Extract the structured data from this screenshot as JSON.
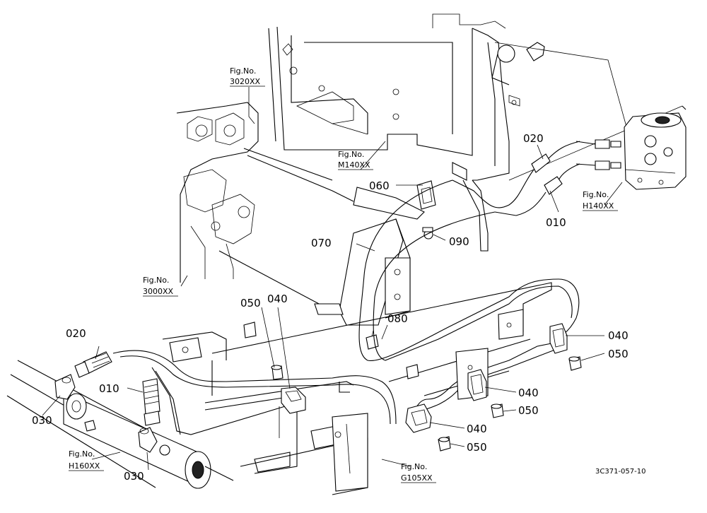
{
  "fig_refs": {
    "f3020": {
      "line1": "Fig.No.",
      "line2": "3020XX"
    },
    "fm140": {
      "line1": "Fig.No.",
      "line2": "M140XX"
    },
    "fh140": {
      "line1": "Fig.No.",
      "line2": "H140XX"
    },
    "f3000": {
      "line1": "Fig.No.",
      "line2": "3000XX"
    },
    "fh160": {
      "line1": "Fig.No.",
      "line2": "H160XX"
    },
    "fg105": {
      "line1": "Fig.No.",
      "line2": "G105XX"
    }
  },
  "part_labels": {
    "p020_top": "020",
    "p010_top": "010",
    "p060": "060",
    "p070": "070",
    "p090": "090",
    "p080": "080",
    "p050_a": "050",
    "p040_a": "040",
    "p040_b": "040",
    "p050_b": "050",
    "p040_c": "040",
    "p050_c": "050",
    "p040_d": "040",
    "p050_d": "050",
    "p020_left": "020",
    "p010_left": "010",
    "p030_left": "030",
    "p030_bottom": "030"
  },
  "drawing_code": "3C371-057-10"
}
